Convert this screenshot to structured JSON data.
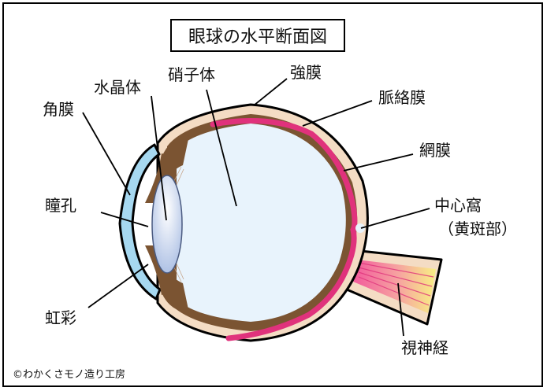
{
  "title": "眼球の水平断面図",
  "labels": {
    "cornea": "角膜",
    "lens": "水晶体",
    "vitreous": "硝子体",
    "sclera": "強膜",
    "choroid": "脈絡膜",
    "retina": "網膜",
    "fovea": "中心窩",
    "macula": "（黄斑部）",
    "pupil": "瞳孔",
    "iris": "虹彩",
    "optic_nerve": "視神経"
  },
  "copyright": "©わかくさモノ造り工房",
  "colors": {
    "sclera": "#f4dcc4",
    "choroid": "#7b5432",
    "retina": "#e0327c",
    "vitreous": "#e8f3fc",
    "cornea": "#a6d8f0",
    "lens": "#c4d2ec",
    "nerve_light": "#f8ec88",
    "nerve_dark": "#f26aa6"
  }
}
